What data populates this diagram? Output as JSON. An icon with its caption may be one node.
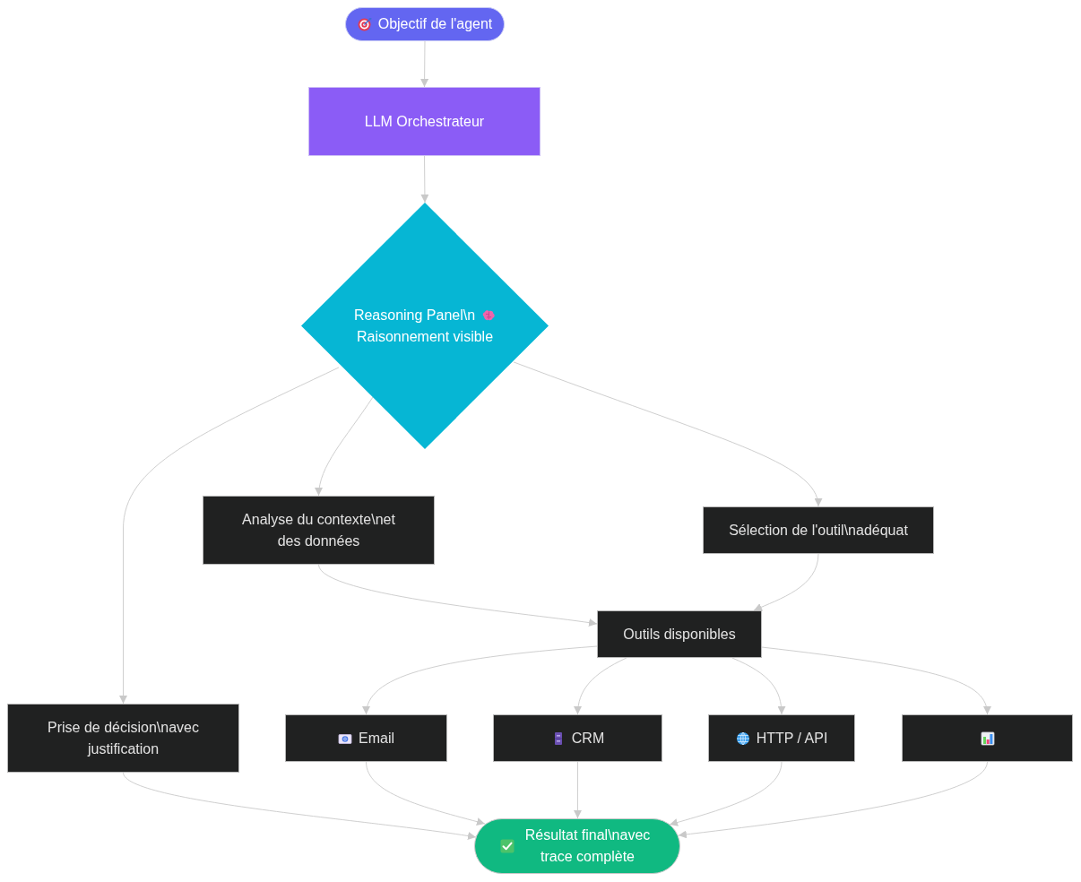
{
  "diagram": {
    "nodes": [
      {
        "text": [
          "Objectif de l'agent"
        ]
      },
      {
        "text": [
          "LLM Orchestrateur"
        ]
      },
      {
        "text": [
          "Reasoning Panel\\n",
          "Raisonnement visible"
        ]
      },
      {
        "text": [
          "Analyse du contexte\\net des données"
        ]
      },
      {
        "text": [
          "Sélection de l'outil\\nadéquat"
        ]
      },
      {
        "text": [
          "Outils disponibles"
        ]
      },
      {
        "text": [
          "Prise de décision\\navec justification"
        ]
      },
      {
        "text": [
          "Email"
        ]
      },
      {
        "text": [
          "CRM"
        ]
      },
      {
        "text": [
          "HTTP / API"
        ]
      },
      {
        "text": [],
        "shape": "box"
      },
      {
        "text": [
          "Résultat final\\navec trace complète"
        ]
      }
    ],
    "edges": [
      {
        "from": 0,
        "to": 1,
        "arrow": "to"
      },
      {
        "from": 1,
        "to": 2,
        "arrow": "to"
      },
      {
        "from": 2,
        "to": 3,
        "arrow": "to"
      },
      {
        "from": 2,
        "to": 4,
        "arrow": "to"
      },
      {
        "from": 2,
        "to": 6,
        "arrow": "to"
      },
      {
        "from": 3,
        "to": 5,
        "arrow": "to"
      },
      {
        "from": 4,
        "to": 5,
        "arrow": "to"
      },
      {
        "from": 5,
        "to": 7,
        "arrow": "to"
      },
      {
        "from": 5,
        "to": 8,
        "arrow": "to"
      },
      {
        "from": 5,
        "to": 9,
        "arrow": "to"
      },
      {
        "from": 5,
        "to": 10,
        "arrow": "to"
      },
      {
        "from": 6,
        "to": 11,
        "arrow": "to"
      },
      {
        "from": 7,
        "to": 11,
        "arrow": "to"
      },
      {
        "from": 8,
        "to": 11,
        "arrow": "to"
      },
      {
        "from": 9,
        "to": 11,
        "arrow": "to"
      },
      {
        "from": 10,
        "to": 11,
        "arrow": "to"
      }
    ]
  }
}
